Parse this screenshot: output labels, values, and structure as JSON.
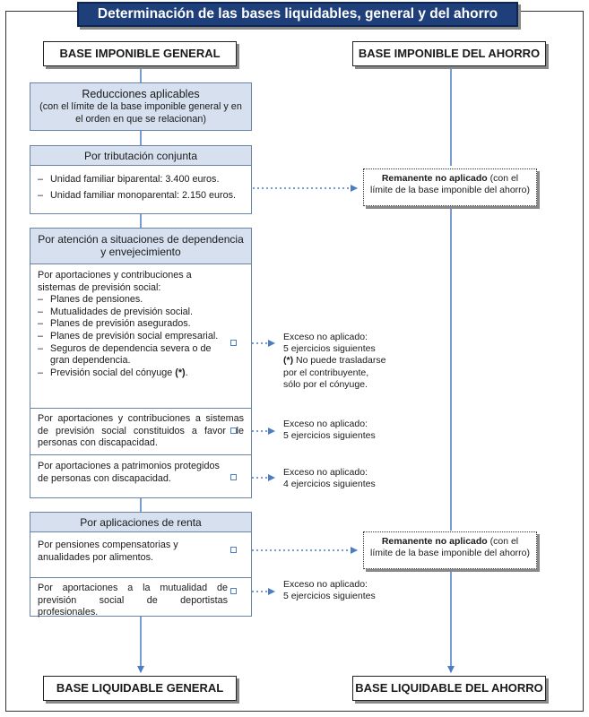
{
  "title": "Determinación de las bases liquidables, general y del ahorro",
  "headers": {
    "base_imponible_general": "BASE IMPONIBLE GENERAL",
    "base_imponible_ahorro": "BASE IMPONIBLE DEL AHORRO",
    "base_liquidable_general": "BASE LIQUIDABLE GENERAL",
    "base_liquidable_ahorro": "BASE LIQUIDABLE DEL AHORRO"
  },
  "reducciones": {
    "title": "Reducciones aplicables",
    "subtitle": "(con el límite de la base imponible general y en el orden en que se relacionan)"
  },
  "tributacion": {
    "title": "Por tributación conjunta",
    "items": [
      "Unidad familiar biparental: 3.400 euros.",
      "Unidad familiar monoparental: 2.150 euros."
    ]
  },
  "dependencia": {
    "title": "Por atención a situaciones de dependencia y envejecimiento",
    "s1_intro": "Por aportaciones y contribuciones a sistemas de previsión social:",
    "s1_items": [
      "Planes de pensiones.",
      "Mutualidades de previsión social.",
      "Planes de previsión asegurados.",
      "Planes de previsión social empresarial.",
      "Seguros de dependencia severa o de gran dependencia."
    ],
    "s1_last_item": "Previsión social del cónyuge",
    "s1_last_mark": "(*)",
    "s1_last_end": ".",
    "s2": "Por aportaciones y contribuciones a sistemas de previsión social constituidos a favor de personas con discapacidad.",
    "s3": "Por aportaciones a patrimonios protegidos de personas con discapacidad."
  },
  "aplicaciones": {
    "title": "Por aplicaciones de renta",
    "s1": "Por pensiones compensatorias y anualidades por alimentos.",
    "s2": "Por aportaciones a la mutualidad de previsión social de deportistas profesionales."
  },
  "notes": {
    "n1_line1": "Exceso no aplicado:",
    "n1_line2": "5 ejercicios siguientes",
    "n1_mark": "(*)",
    "n1_rest": " No puede trasladarse por el contribuyente, sólo por el cónyuge.",
    "n2_line1": "Exceso no aplicado:",
    "n2_line2": "5 ejercicios siguientes",
    "n3_line1": "Exceso no aplicado:",
    "n3_line2": "4 ejercicios siguientes",
    "n4_line1": "Exceso no aplicado:",
    "n4_line2": "5 ejercicios siguientes"
  },
  "remanente": {
    "bold": "Remanente no aplicado",
    "rest": " (con el límite de la base imponible del ahorro)"
  },
  "colors": {
    "title_bg": "#1f3f7a",
    "panel_head_bg": "#d6e0ee",
    "arrow": "#4b7cc4"
  }
}
